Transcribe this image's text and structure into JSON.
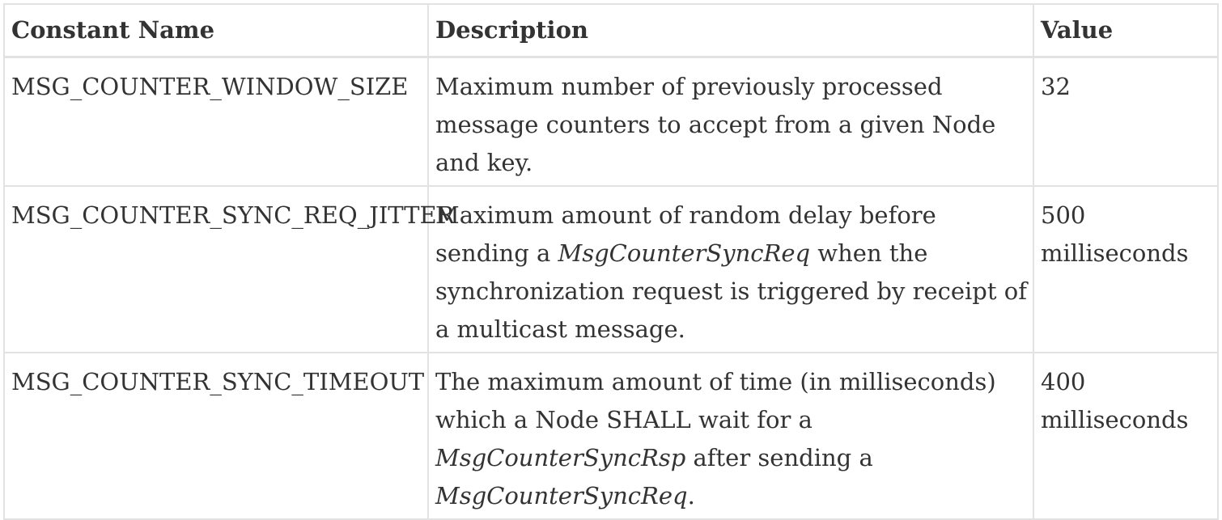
{
  "table": {
    "headers": {
      "name": "Constant Name",
      "description": "Description",
      "value": "Value"
    },
    "rows": [
      {
        "name": "MSG_COUNTER_WINDOW_SIZE",
        "description": "Maximum number of previously processed message counters to accept from a given Node and key.",
        "value": "32"
      },
      {
        "name": "MSG_COUNTER_SYNC_REQ_JITTER",
        "description_before": "Maximum amount of random delay before sending a ",
        "description_em": "MsgCounterSyncReq",
        "description_after": " when the synchronization request is triggered by receipt of a multicast message.",
        "value": "500 milliseconds"
      },
      {
        "name": "MSG_COUNTER_SYNC_TIMEOUT",
        "description_before": "The maximum amount of time (in milliseconds) which a Node SHALL wait for a ",
        "description_em": "MsgCounterSyncRsp",
        "description_mid": " after sending a ",
        "description_em2": "MsgCounterSyncReq",
        "description_after": ".",
        "value": "400 milliseconds"
      }
    ]
  }
}
